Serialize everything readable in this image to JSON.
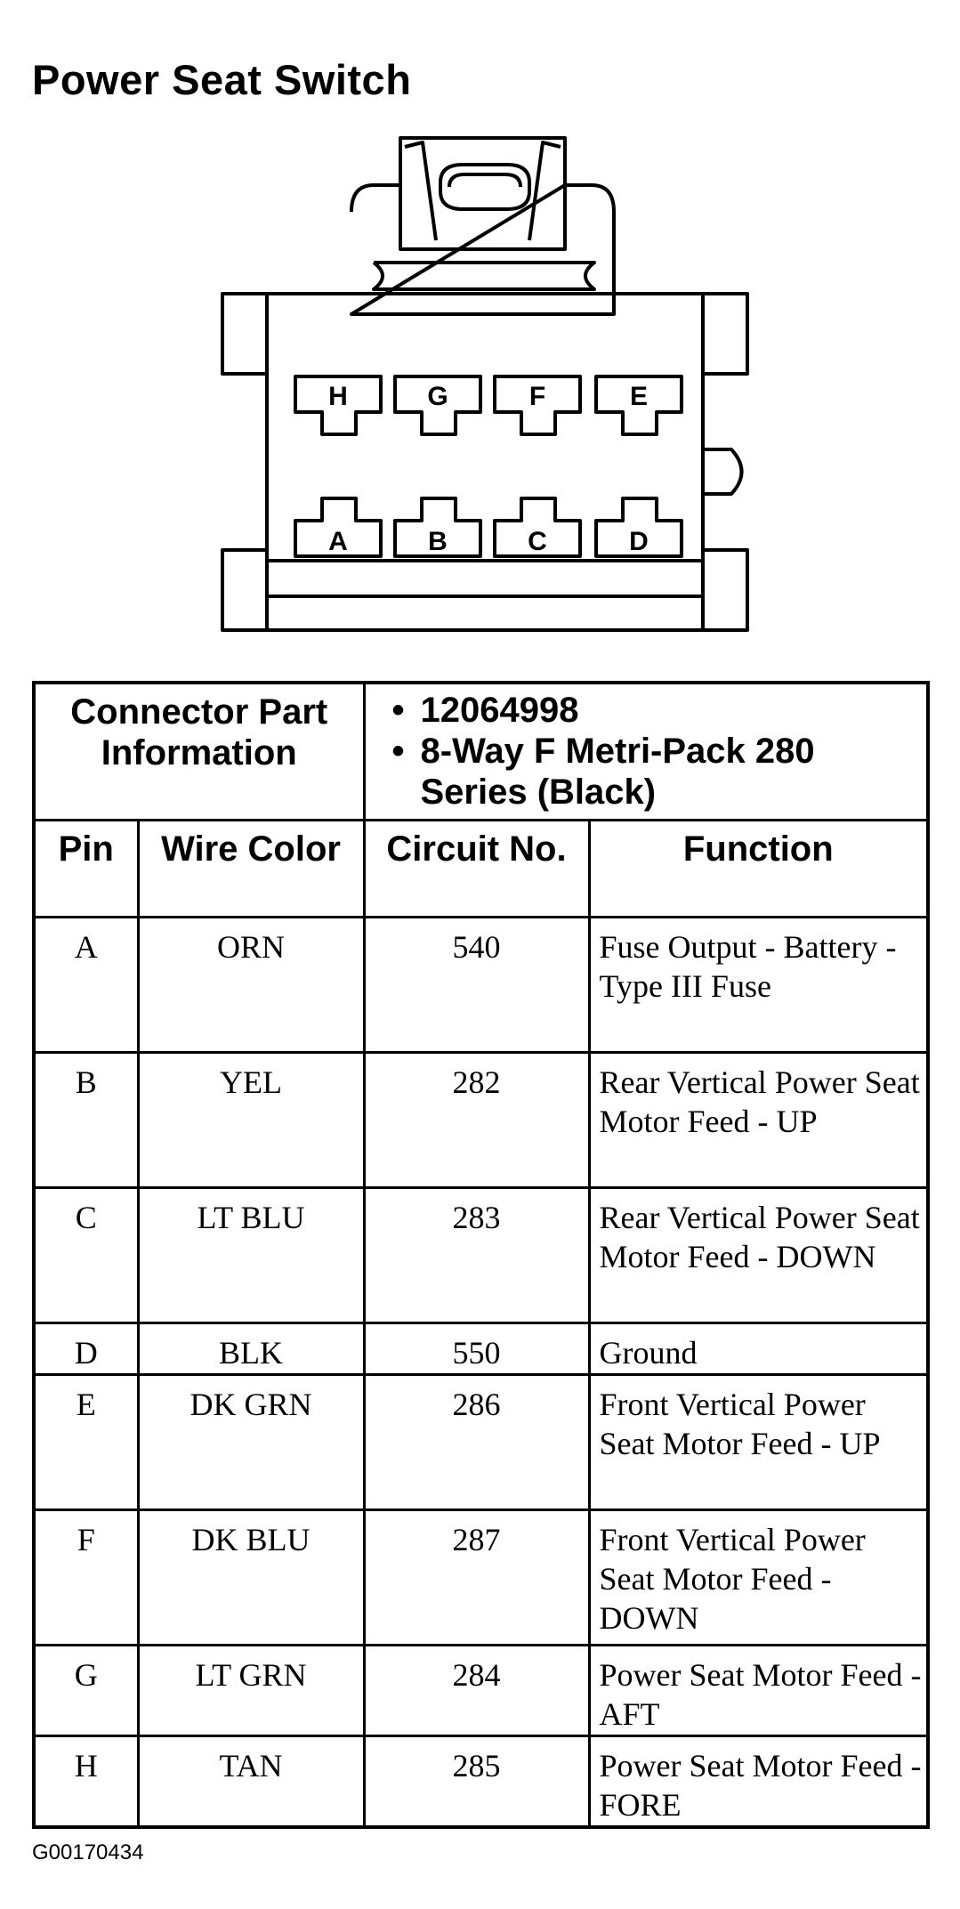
{
  "title": "Power Seat Switch",
  "connector_pins": {
    "top_row": [
      "H",
      "G",
      "F",
      "E"
    ],
    "bottom_row": [
      "A",
      "B",
      "C",
      "D"
    ]
  },
  "table": {
    "info_label": "Connector Part Information",
    "info_items": [
      "12064998",
      "8-Way F Metri-Pack 280 Series (Black)"
    ],
    "headers": {
      "pin": "Pin",
      "wire_color": "Wire Color",
      "circuit": "Circuit No.",
      "function": "Function"
    },
    "rows": [
      {
        "pin": "A",
        "color": "ORN",
        "circuit": "540",
        "function": "Fuse Output - Battery - Type III Fuse"
      },
      {
        "pin": "B",
        "color": "YEL",
        "circuit": "282",
        "function": "Rear Vertical Power Seat Motor Feed - UP"
      },
      {
        "pin": "C",
        "color": "LT BLU",
        "circuit": "283",
        "function": "Rear Vertical Power Seat Motor Feed - DOWN"
      },
      {
        "pin": "D",
        "color": "BLK",
        "circuit": "550",
        "function": "Ground"
      },
      {
        "pin": "E",
        "color": "DK GRN",
        "circuit": "286",
        "function": "Front Vertical Power Seat Motor Feed - UP"
      },
      {
        "pin": "F",
        "color": "DK BLU",
        "circuit": "287",
        "function": "Front Vertical Power Seat Motor Feed - DOWN"
      },
      {
        "pin": "G",
        "color": "LT GRN",
        "circuit": "284",
        "function": "Power Seat Motor Feed - AFT"
      },
      {
        "pin": "H",
        "color": "TAN",
        "circuit": "285",
        "function": "Power Seat Motor Feed - FORE"
      }
    ]
  },
  "figure_id": "G00170434"
}
